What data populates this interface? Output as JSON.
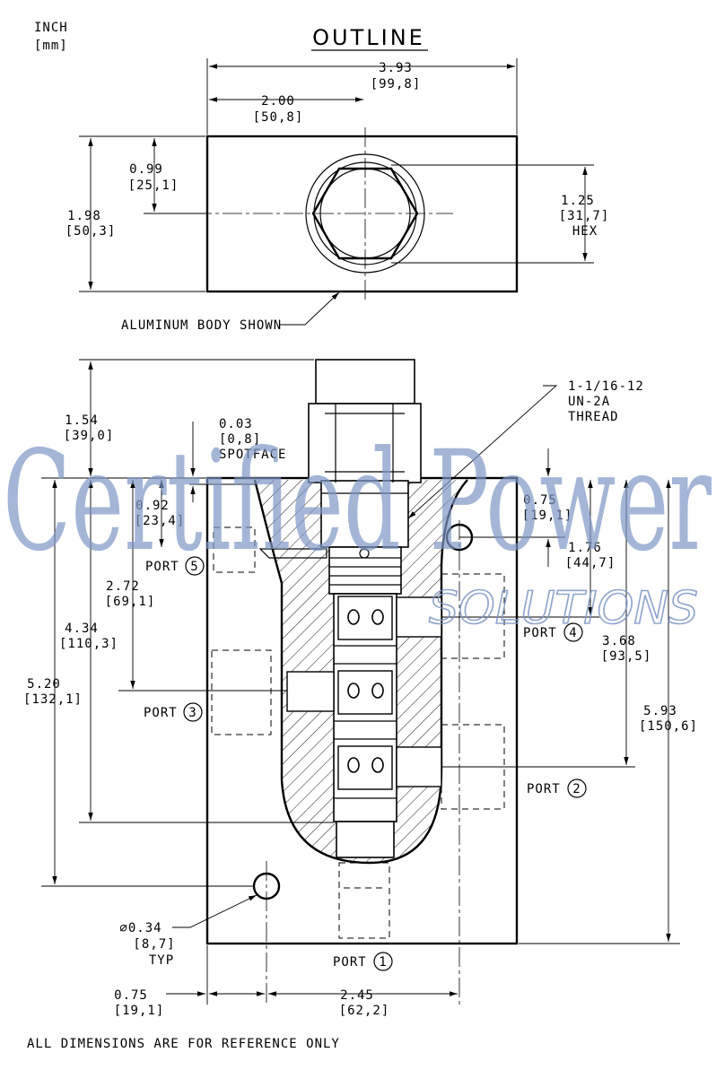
{
  "units": {
    "inch": "INCH",
    "mm": "[mm]"
  },
  "title": "OUTLINE",
  "top_view": {
    "overall_width": {
      "inch": "3.93",
      "mm": "[99,8]"
    },
    "center_offset": {
      "inch": "2.00",
      "mm": "[50,8]"
    },
    "height": {
      "inch": "1.98",
      "mm": "[50,3]"
    },
    "center_height": {
      "inch": "0.99",
      "mm": "[25,1]"
    },
    "hex": {
      "inch": "1.25",
      "mm": "[31,7]",
      "label": "HEX"
    },
    "body_note": "ALUMINUM BODY SHOWN"
  },
  "front_view": {
    "cartridge_height": {
      "inch": "1.54",
      "mm": "[39,0]"
    },
    "spotface": {
      "inch": "0.03",
      "mm": "[0,8]",
      "label": "SPOTFACE"
    },
    "port5_depth": {
      "inch": "0.92",
      "mm": "[23,4]"
    },
    "port3_depth": {
      "inch": "2.72",
      "mm": "[69,1]"
    },
    "cavity_depth": {
      "inch": "4.34",
      "mm": "[110,3]"
    },
    "mount_hole_height": {
      "inch": "5.20",
      "mm": "[132,1]"
    },
    "thread": {
      "line1": "1-1/16-12",
      "line2": "UN-2A",
      "line3": "THREAD"
    },
    "top_hole": {
      "inch": "0.75",
      "mm": "[19,1]"
    },
    "port4_height": {
      "inch": "1.76",
      "mm": "[44,7]"
    },
    "port2_height": {
      "inch": "3.68",
      "mm": "[93,5]"
    },
    "overall_height": {
      "inch": "5.93",
      "mm": "[150,6]"
    },
    "hole_dia": {
      "inch": "∅0.34",
      "mm": "[8,7]",
      "typ": "TYP"
    },
    "hole_offset": {
      "inch": "0.75",
      "mm": "[19,1]"
    },
    "hole_spacing": {
      "inch": "2.45",
      "mm": "[62,2]"
    },
    "ports": [
      {
        "label": "PORT",
        "num": "1"
      },
      {
        "label": "PORT",
        "num": "2"
      },
      {
        "label": "PORT",
        "num": "3"
      },
      {
        "label": "PORT",
        "num": "4"
      },
      {
        "label": "PORT",
        "num": "5"
      }
    ]
  },
  "footnote": "ALL DIMENSIONS ARE FOR REFERENCE ONLY",
  "watermark": {
    "line1": "Certified Power",
    "line2": "SOLUTIONS",
    "color": "#7d95c4"
  }
}
